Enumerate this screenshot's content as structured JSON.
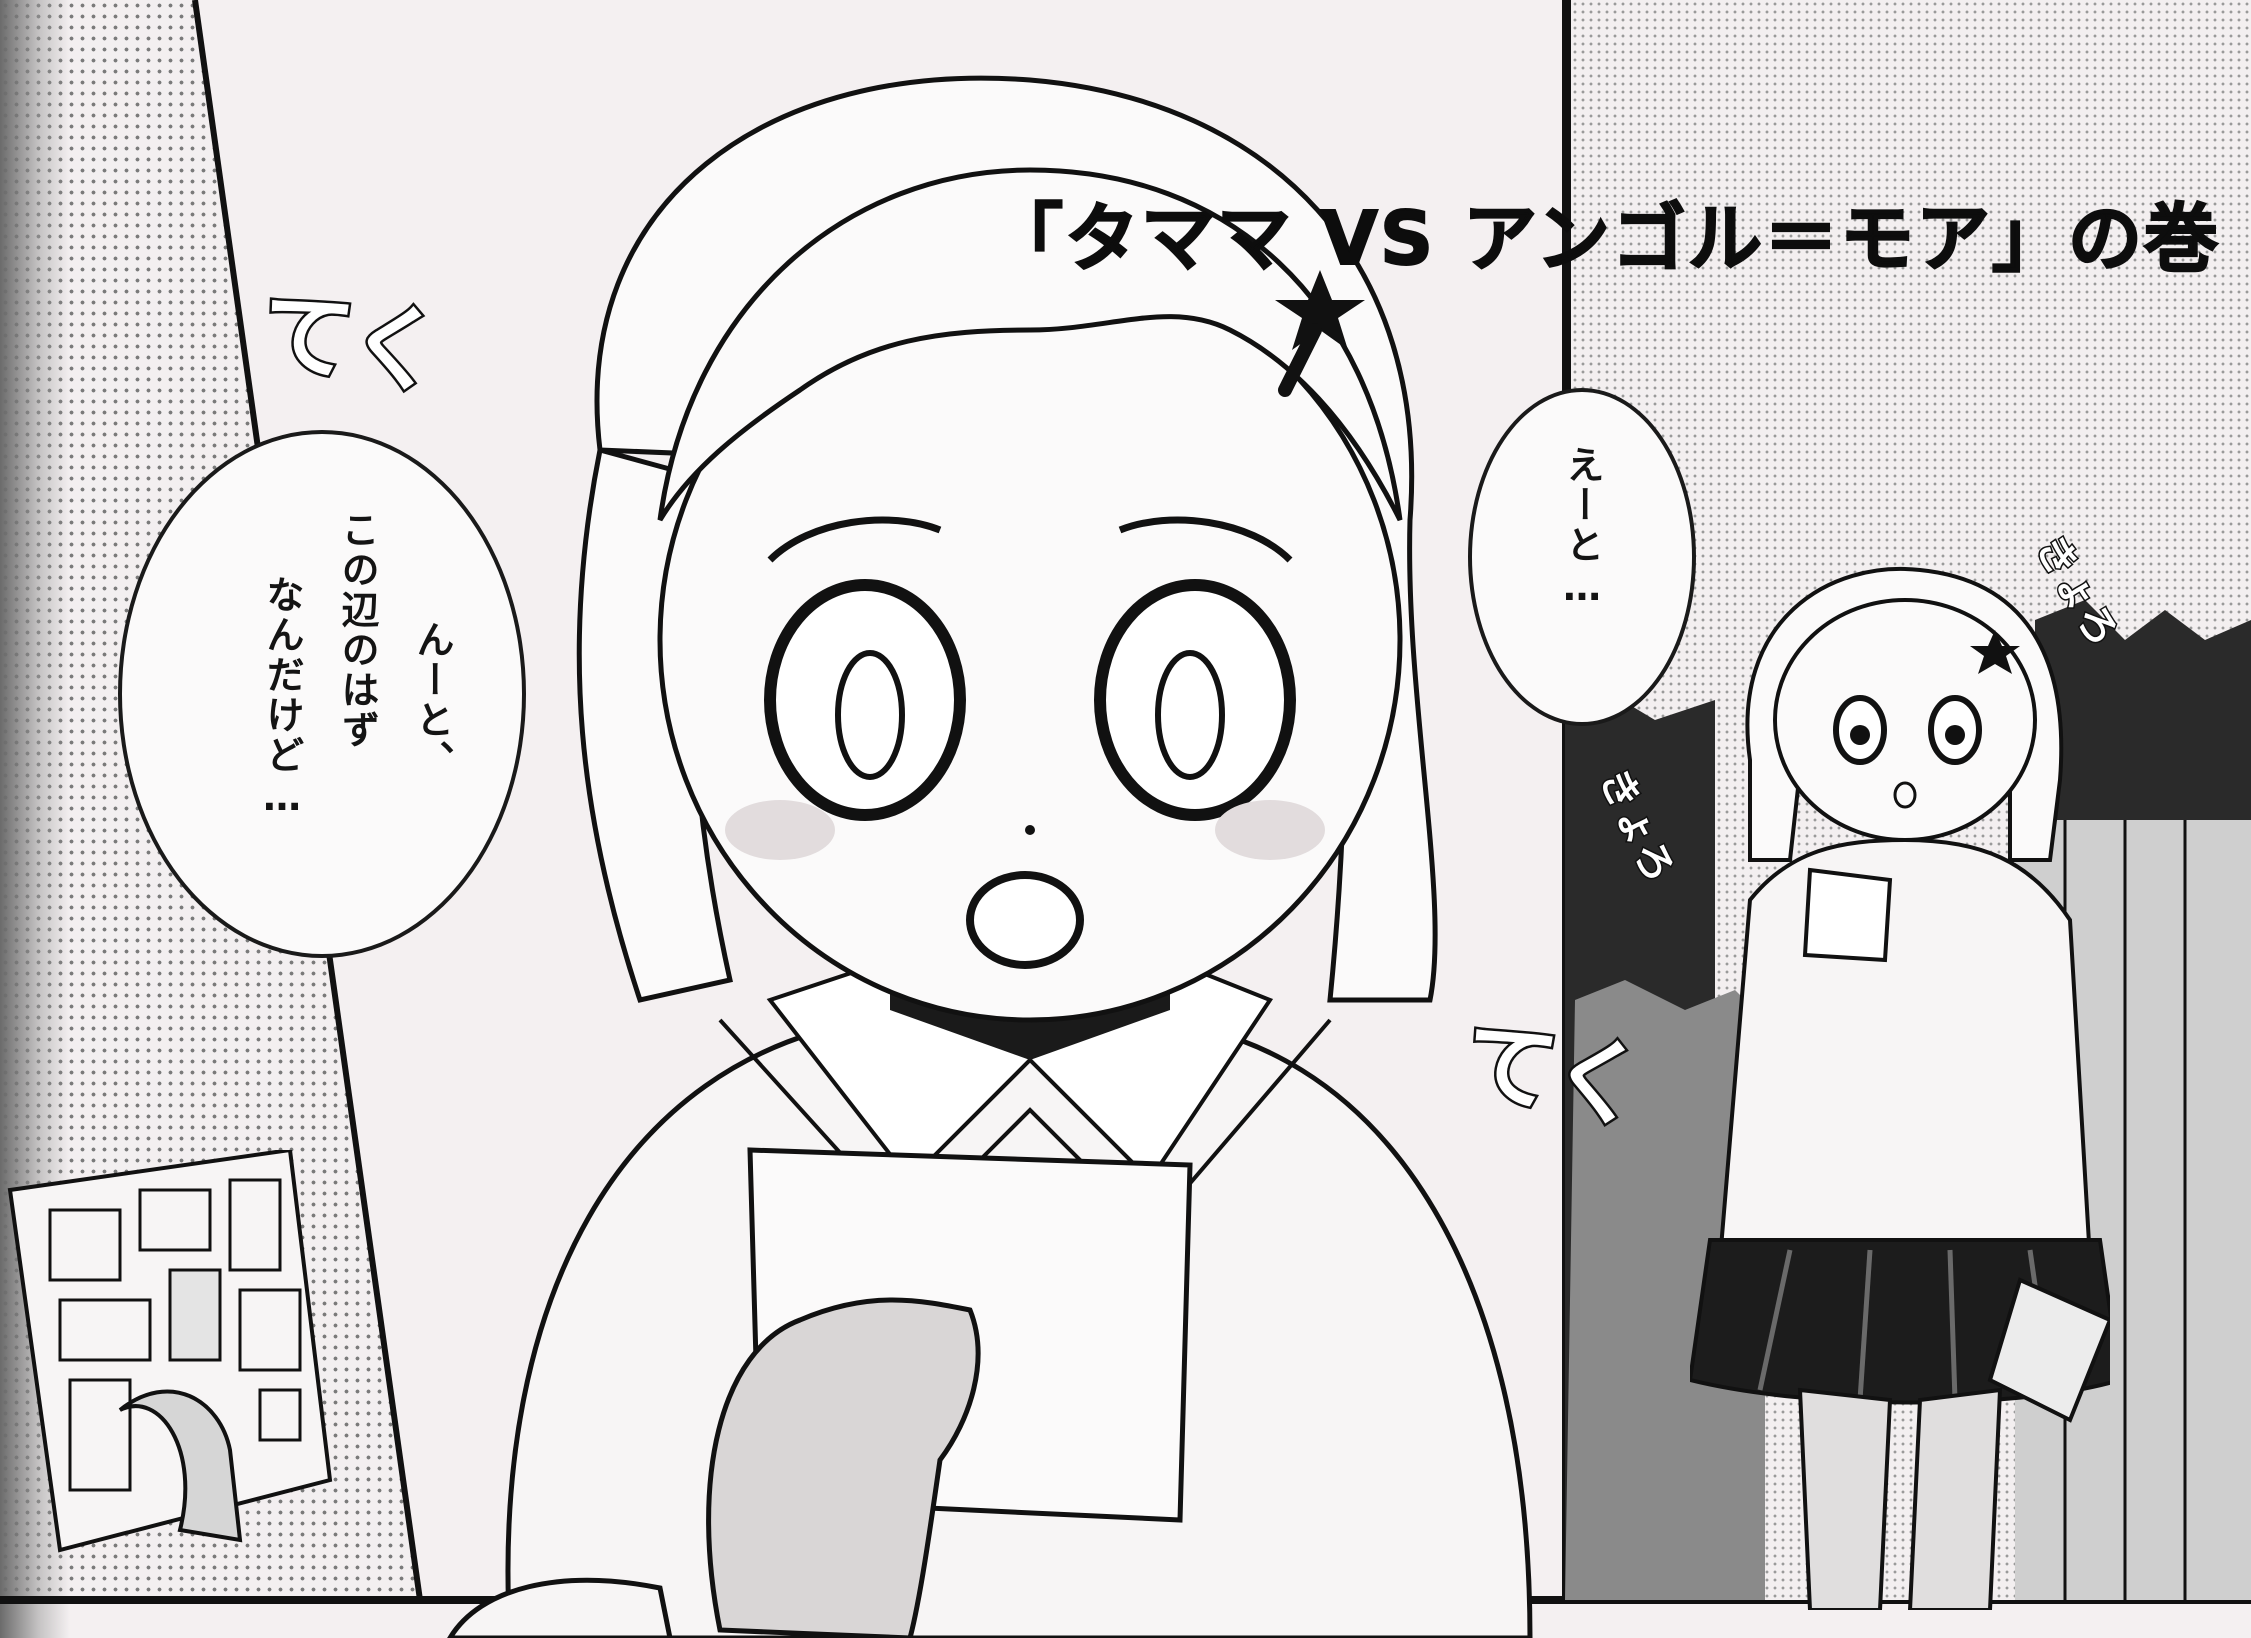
{
  "chapter_title": "「タママ VS アンゴル＝モア」の巻",
  "left_panel": {
    "sfx": "てく",
    "bubble_lines": [
      "んーと、",
      "この辺のはず",
      "なんだけど…"
    ]
  },
  "right_panel": {
    "sfx_left": "きょろ",
    "sfx_right": "きょろ",
    "sfx_walk": "てく",
    "bubble_lines": [
      "えーと…"
    ]
  },
  "colors": {
    "ink": "#111111",
    "paper": "#f4f0f1",
    "screentone": "#7a7a7a"
  }
}
